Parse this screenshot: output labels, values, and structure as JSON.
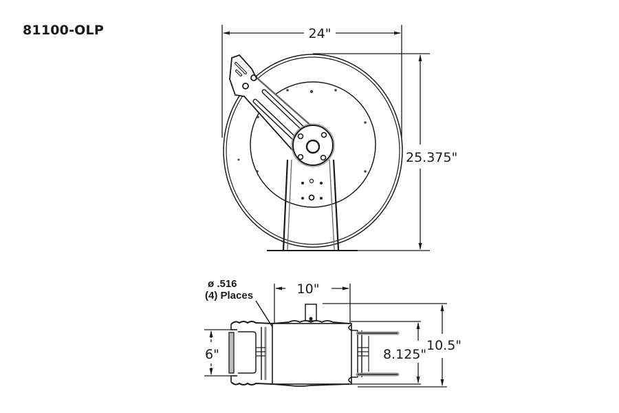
{
  "title": "81100-OLP",
  "front_view": {
    "width_dim": "24\"",
    "height_dim": "25.375\""
  },
  "top_view": {
    "hole_note_line1": "ø .516",
    "hole_note_line2": "(4) Places",
    "base_width_dim": "10\"",
    "base_depth_dim": "6\"",
    "reel_width_dim": "8.125\"",
    "overall_width_dim": "10.5\""
  },
  "colors": {
    "line": "#1a1a1a",
    "shade": "#9a9a9a",
    "background": "#ffffff"
  }
}
